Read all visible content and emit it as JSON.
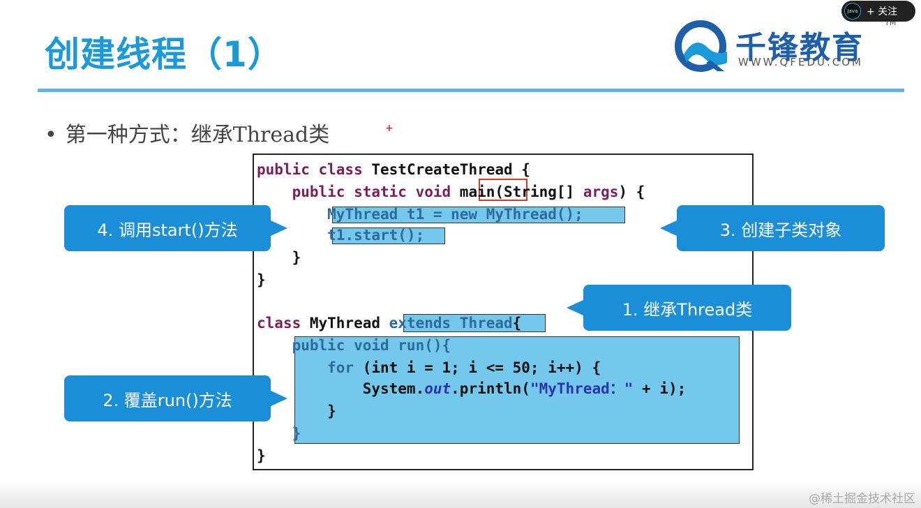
{
  "slide": {
    "title": "创建线程（1）",
    "bullet": "第一种方式：继承Thread类"
  },
  "logo": {
    "name": "千锋教育",
    "url": "WWW.QFEDU.COM",
    "tm": "TM"
  },
  "follow": {
    "label": "+ 关注",
    "avatar_text": "Java"
  },
  "code": {
    "l1_a": "public class ",
    "l1_b": "TestCreateThread {",
    "l2_a": "    public static void ",
    "l2_b": "main",
    "l2_c": "(String[] ",
    "l2_d": "args",
    "l2_e": ") {",
    "l3": "        MyThread t1 = new MyThread();",
    "l4": "        t1.start();",
    "l5": "    }",
    "l6": "}",
    "l7_a": "class ",
    "l7_b": "MyThread ",
    "l7_c": "extends Thread",
    "l7_d": "{",
    "l8": "    public void run(){",
    "l9_a": "        for ",
    "l9_b": "(int i = 1; i <= 50; i++) {",
    "l10_a": "            System.",
    "l10_b": "out",
    "l10_c": ".println(",
    "l10_d": "\"MyThread：\"",
    "l10_e": " + i);",
    "l11": "        }",
    "l12": "    }",
    "l13": "}"
  },
  "callouts": {
    "c1": "1. 继承Thread类",
    "c2": "2. 覆盖run()方法",
    "c3": "3. 创建子类对象",
    "c4": "4. 调用start()方法"
  },
  "watermark": "@稀土掘金技术社区",
  "colors": {
    "title": "#1a9ad9",
    "callout": "#1a8fd8",
    "highlight": "#74c8ec"
  }
}
